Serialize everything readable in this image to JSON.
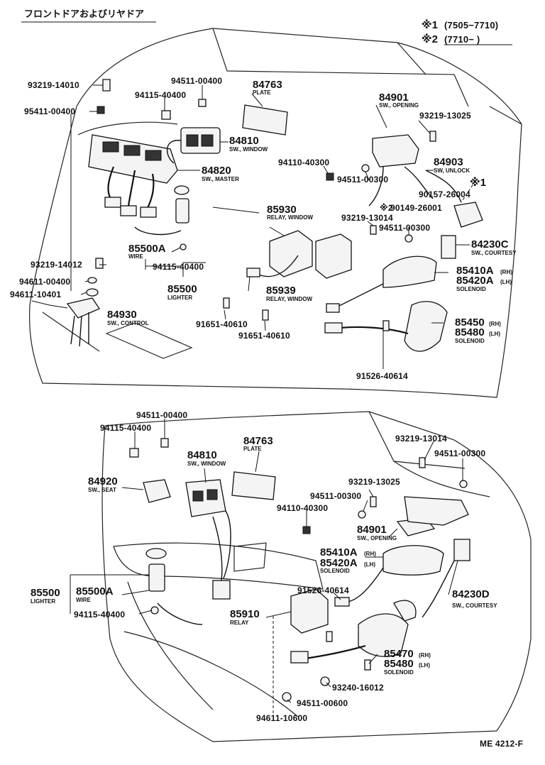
{
  "header": {
    "title": "フロントドアおよびリヤドア",
    "note1_mark": "※1",
    "note1_range": "(7505−7710)",
    "note2_mark": "※2",
    "note2_range": "(7710−        )"
  },
  "footer": {
    "code": "ME 4212-F"
  },
  "upper_parts": [
    {
      "id": "93219-14010"
    },
    {
      "id": "95411-00400"
    },
    {
      "id": "94511-00400"
    },
    {
      "id": "94115-40400"
    },
    {
      "id": "84763",
      "name": "PLATE"
    },
    {
      "id": "84810",
      "name": "SW., WINDOW"
    },
    {
      "id": "84820",
      "name": "SW., MASTER"
    },
    {
      "id": "84901",
      "name": "SW., OPENING"
    },
    {
      "id": "93219-13025"
    },
    {
      "id": "94110-40300"
    },
    {
      "id": "94511-00300"
    },
    {
      "id": "84903",
      "name": "SW, UNLOCK"
    },
    {
      "id": "※1",
      "name": "90157-26004"
    },
    {
      "id": "※2",
      "name": "90149-26001"
    },
    {
      "id": "85930",
      "name": "RELAY, WINDOW"
    },
    {
      "id": "93219-13014"
    },
    {
      "id": "94511-00300"
    },
    {
      "id": "84230C",
      "name": "SW., COURTESY"
    },
    {
      "id": "85500A",
      "name": "WIRE"
    },
    {
      "id": "94115-40400"
    },
    {
      "id": "85410A",
      "name": "(RH)"
    },
    {
      "id": "85420A",
      "name": "(LH)",
      "note": "SOLENOID"
    },
    {
      "id": "85500",
      "name": "LIGHTER"
    },
    {
      "id": "85939",
      "name": "RELAY, WINDOW"
    },
    {
      "id": "93219-14012"
    },
    {
      "id": "94611-00400"
    },
    {
      "id": "94611-10401"
    },
    {
      "id": "84930",
      "name": "SW., CONTROL"
    },
    {
      "id": "91651-40610"
    },
    {
      "id": "91651-40610"
    },
    {
      "id": "85450",
      "name": "(RH)"
    },
    {
      "id": "85480",
      "name": "(LH)",
      "note": "SOLENOID"
    },
    {
      "id": "91526-40614"
    }
  ],
  "lower_parts": [
    {
      "id": "94511-00400"
    },
    {
      "id": "94115-40400"
    },
    {
      "id": "84763",
      "name": "PLATE"
    },
    {
      "id": "84810",
      "name": "SW., WINDOW"
    },
    {
      "id": "84920",
      "name": "SW., SEAT"
    },
    {
      "id": "93219-13014"
    },
    {
      "id": "94511-00300"
    },
    {
      "id": "93219-13025"
    },
    {
      "id": "94511-00300"
    },
    {
      "id": "94110-40300"
    },
    {
      "id": "84901",
      "name": "SW., OPENING"
    },
    {
      "id": "85410A",
      "name": "(RH)"
    },
    {
      "id": "85420A",
      "name": "(LH)",
      "note": "SOLENOID"
    },
    {
      "id": "85500",
      "name": "LIGHTER"
    },
    {
      "id": "85500A",
      "name": "WIRE"
    },
    {
      "id": "94115-40400"
    },
    {
      "id": "91526-40614"
    },
    {
      "id": "85910",
      "name": "RELAY"
    },
    {
      "id": "84230D",
      "name": "SW., COURTESY"
    },
    {
      "id": "85470",
      "name": "(RH)"
    },
    {
      "id": "85480",
      "name": "(LH)",
      "note": "SOLENOID"
    },
    {
      "id": "93240-16012"
    },
    {
      "id": "94511-00600"
    },
    {
      "id": "94611-10600"
    }
  ]
}
